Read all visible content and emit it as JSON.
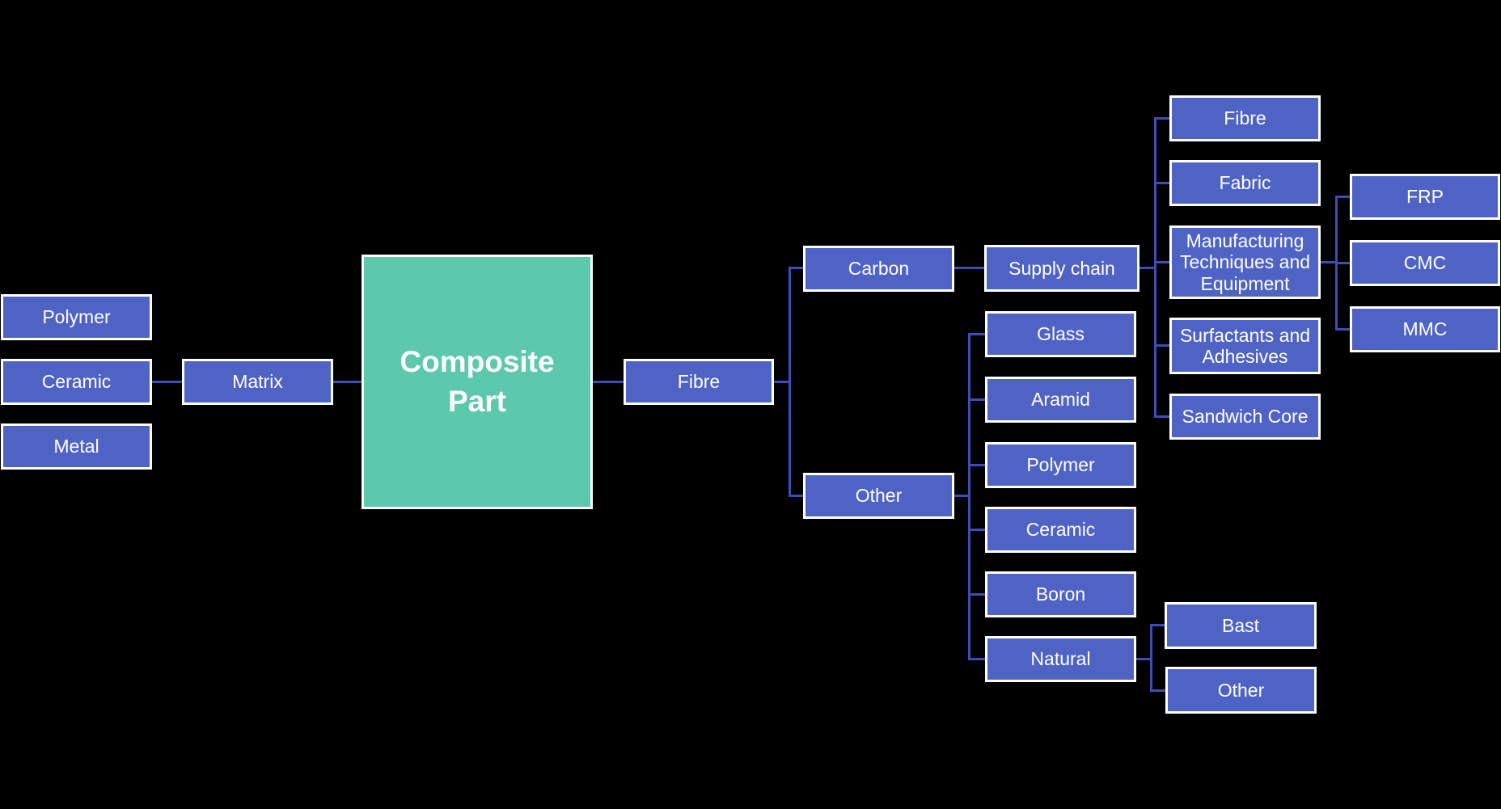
{
  "diagram": {
    "background_color": "#000000",
    "node_fill_color": "#4f63c5",
    "node_border_color": "#ffffff",
    "root_fill_color": "#5cc8ac",
    "connector_color": "#3c4eb6",
    "text_color": "#ffffff",
    "root": "Composite Part",
    "nodes": {
      "polymer_matrix": "Polymer",
      "ceramic_matrix": "Ceramic",
      "metal_matrix": "Metal",
      "matrix": "Matrix",
      "fibre": "Fibre",
      "carbon": "Carbon",
      "other_fibre": "Other",
      "supply_chain": "Supply chain",
      "sc_fibre": "Fibre",
      "sc_fabric": "Fabric",
      "sc_manufacturing": "Manufacturing Techniques and Equipment",
      "sc_surfactants": "Surfactants and Adhesives",
      "sc_sandwich": "Sandwich Core",
      "frp": "FRP",
      "cmc": "CMC",
      "mmc": "MMC",
      "glass": "Glass",
      "aramid": "Aramid",
      "polymer_fibre": "Polymer",
      "ceramic_fibre": "Ceramic",
      "boron": "Boron",
      "natural": "Natural",
      "bast": "Bast",
      "other_natural": "Other"
    }
  }
}
